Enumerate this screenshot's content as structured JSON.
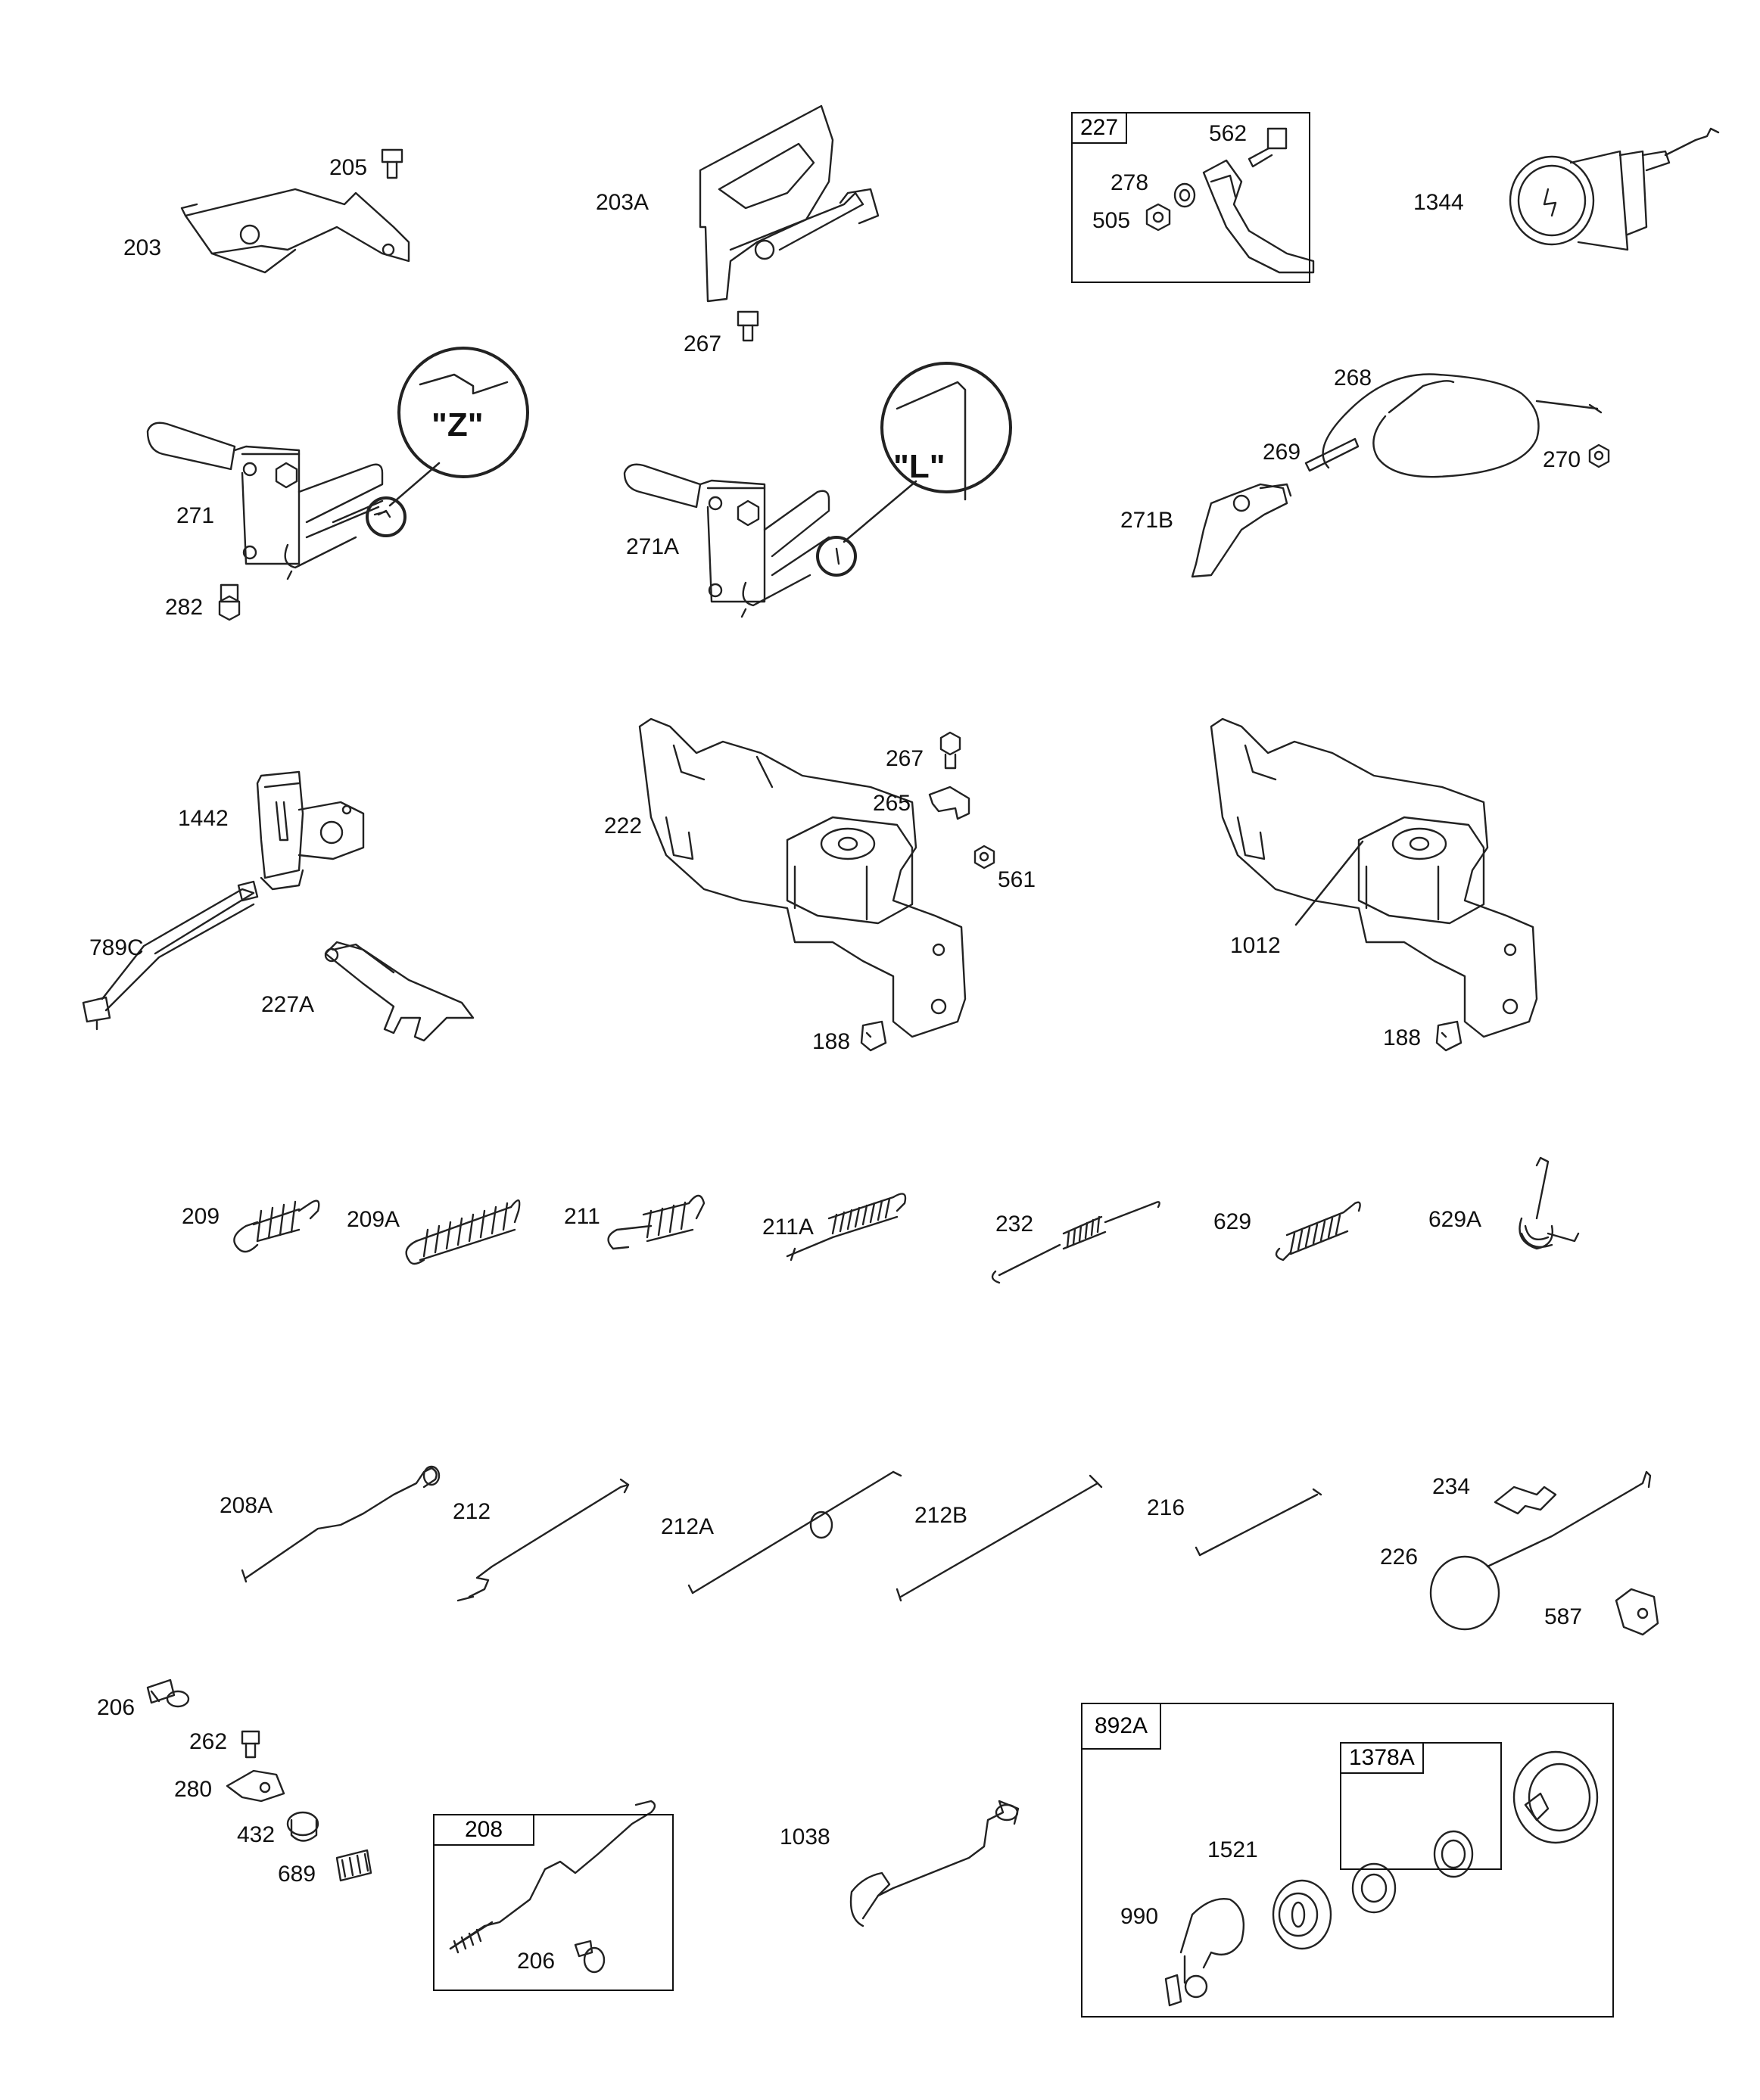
{
  "diagram": {
    "callouts": {
      "z": "\"Z\"",
      "l": "\"L\""
    },
    "boxes": {
      "box_227": "227",
      "box_208": "208",
      "box_892A": "892A",
      "box_1378A": "1378A"
    },
    "labels": {
      "p203": "203",
      "p205": "205",
      "p203A": "203A",
      "p267a": "267",
      "p562": "562",
      "p278": "278",
      "p505": "505",
      "p1344": "1344",
      "p271": "271",
      "p282": "282",
      "p271A": "271A",
      "p268": "268",
      "p269": "269",
      "p270": "270",
      "p271B": "271B",
      "p1442": "1442",
      "p789C": "789C",
      "p227A": "227A",
      "p222": "222",
      "p267b": "267",
      "p265": "265",
      "p561": "561",
      "p188a": "188",
      "p1012": "1012",
      "p188b": "188",
      "p209": "209",
      "p209A": "209A",
      "p211": "211",
      "p211A": "211A",
      "p232": "232",
      "p629": "629",
      "p629A": "629A",
      "p208A": "208A",
      "p212": "212",
      "p212A": "212A",
      "p212B": "212B",
      "p216": "216",
      "p234": "234",
      "p226": "226",
      "p587": "587",
      "p206a": "206",
      "p262": "262",
      "p280": "280",
      "p432": "432",
      "p689": "689",
      "p206b": "206",
      "p1038": "1038",
      "p1521": "1521",
      "p990": "990"
    }
  }
}
